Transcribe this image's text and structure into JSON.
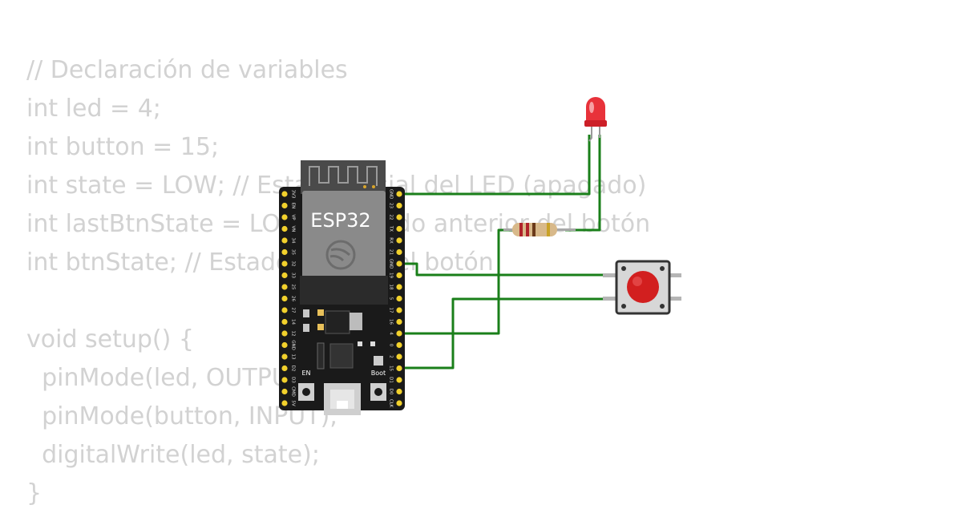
{
  "code": {
    "lines": [
      "// Declaración de variables",
      "int led = 4;",
      "int button = 15;",
      "int state = LOW; // Estado inicial del LED (apagado)",
      "int lastBtnState = LOW; // Estado anterior del botón",
      "int btnState; // Estado actual del botón",
      "",
      "void setup() {",
      "  pinMode(led, OUTPUT);",
      "  pinMode(button, INPUT);",
      "  digitalWrite(led, state);",
      "}"
    ]
  },
  "board": {
    "label": "ESP32",
    "en_label": "EN",
    "boot_label": "Boot",
    "left_pins": [
      "3V3",
      "EN",
      "VP",
      "VN",
      "34",
      "35",
      "32",
      "33",
      "25",
      "26",
      "27",
      "14",
      "12",
      "GND",
      "13",
      "D2",
      "D3",
      "CMD",
      "5V"
    ],
    "right_pins": [
      "GND",
      "23",
      "22",
      "TX",
      "RX",
      "21",
      "GND",
      "19",
      "18",
      "5",
      "17",
      "16",
      "4",
      "0",
      "2",
      "15",
      "D1",
      "D0",
      "CLK"
    ]
  },
  "colors": {
    "code_text": "#d2d2d2",
    "wire": "#1a7f1a",
    "board": "#1a1a1a",
    "pin": "#f2d12c",
    "led": "#e8323a",
    "button_cap": "#d21f1f"
  }
}
